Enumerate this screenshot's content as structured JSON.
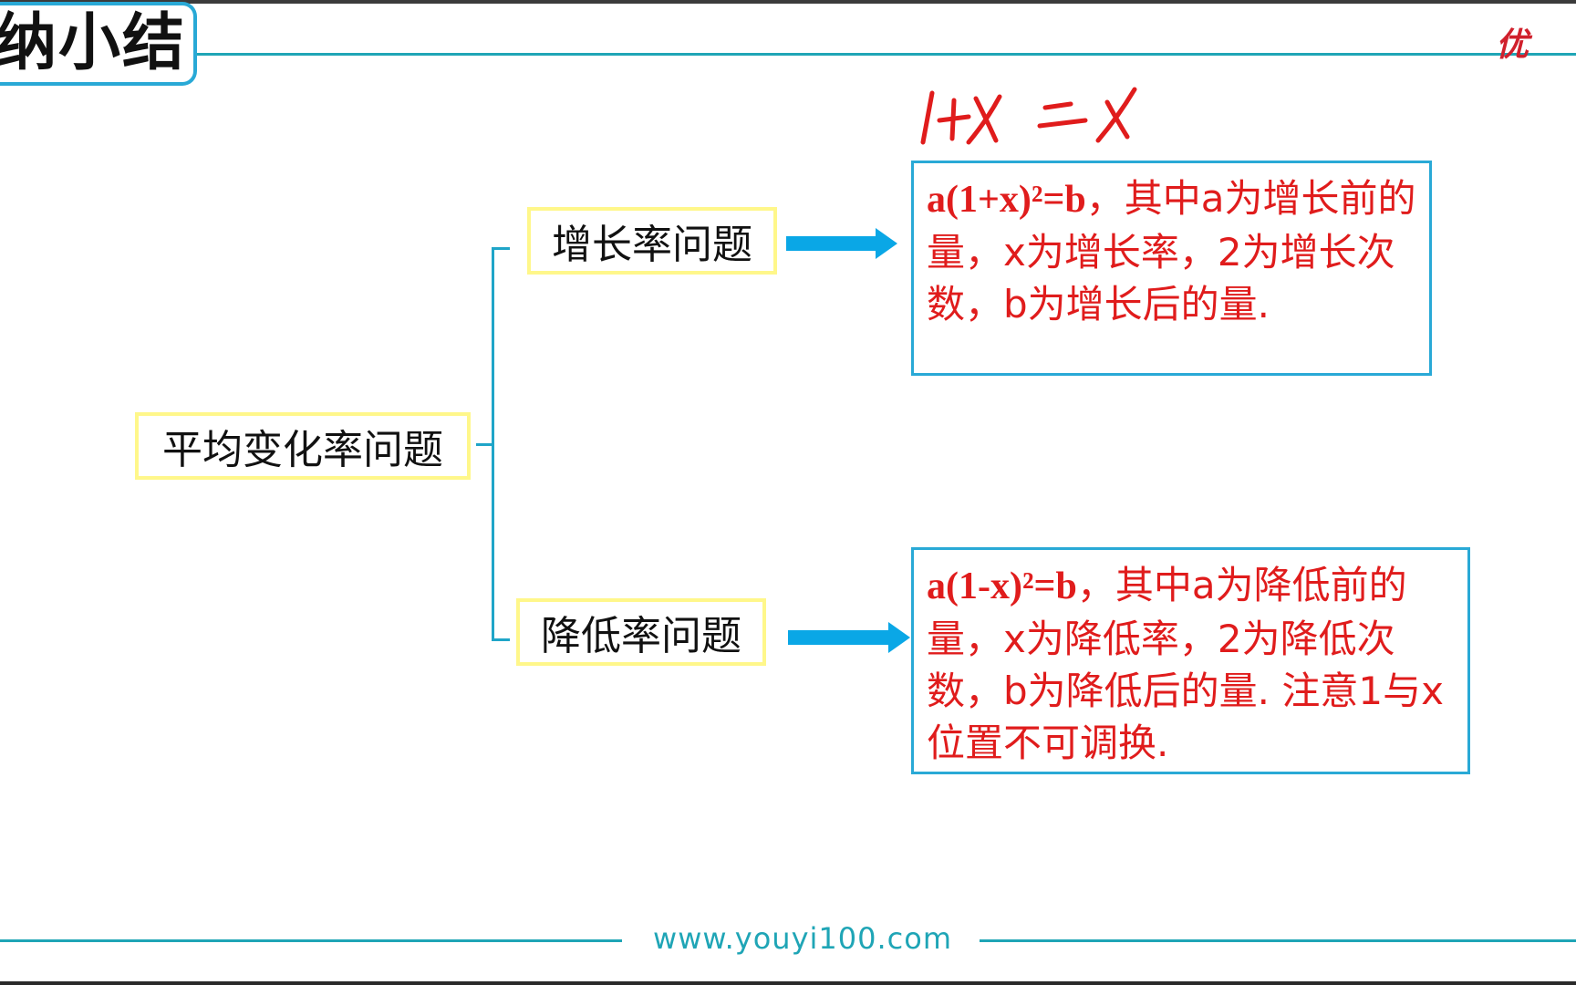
{
  "header": {
    "title": "纳小结",
    "brand": "优"
  },
  "handwriting": "1+x = x",
  "diagram": {
    "root": "平均变化率问题",
    "branches": [
      {
        "label": "增长率问题",
        "formula": "a(1+x)²=b",
        "description": "，其中a为增长前的量，x为增长率，2为增长次数，b为增长后的量."
      },
      {
        "label": "降低率问题",
        "formula": "a(1-x)²=b",
        "description": "，其中a为降低前的量，x为降低率，2为降低次数，b为降低后的量. 注意1与x位置不可调换."
      }
    ]
  },
  "footer": {
    "url": "www.youyi100.com"
  },
  "colors": {
    "accent": "#1fa5b6",
    "arrow": "#0aa7e6",
    "node_border": "#fff78a",
    "emphasis_text": "#e01c1c"
  }
}
